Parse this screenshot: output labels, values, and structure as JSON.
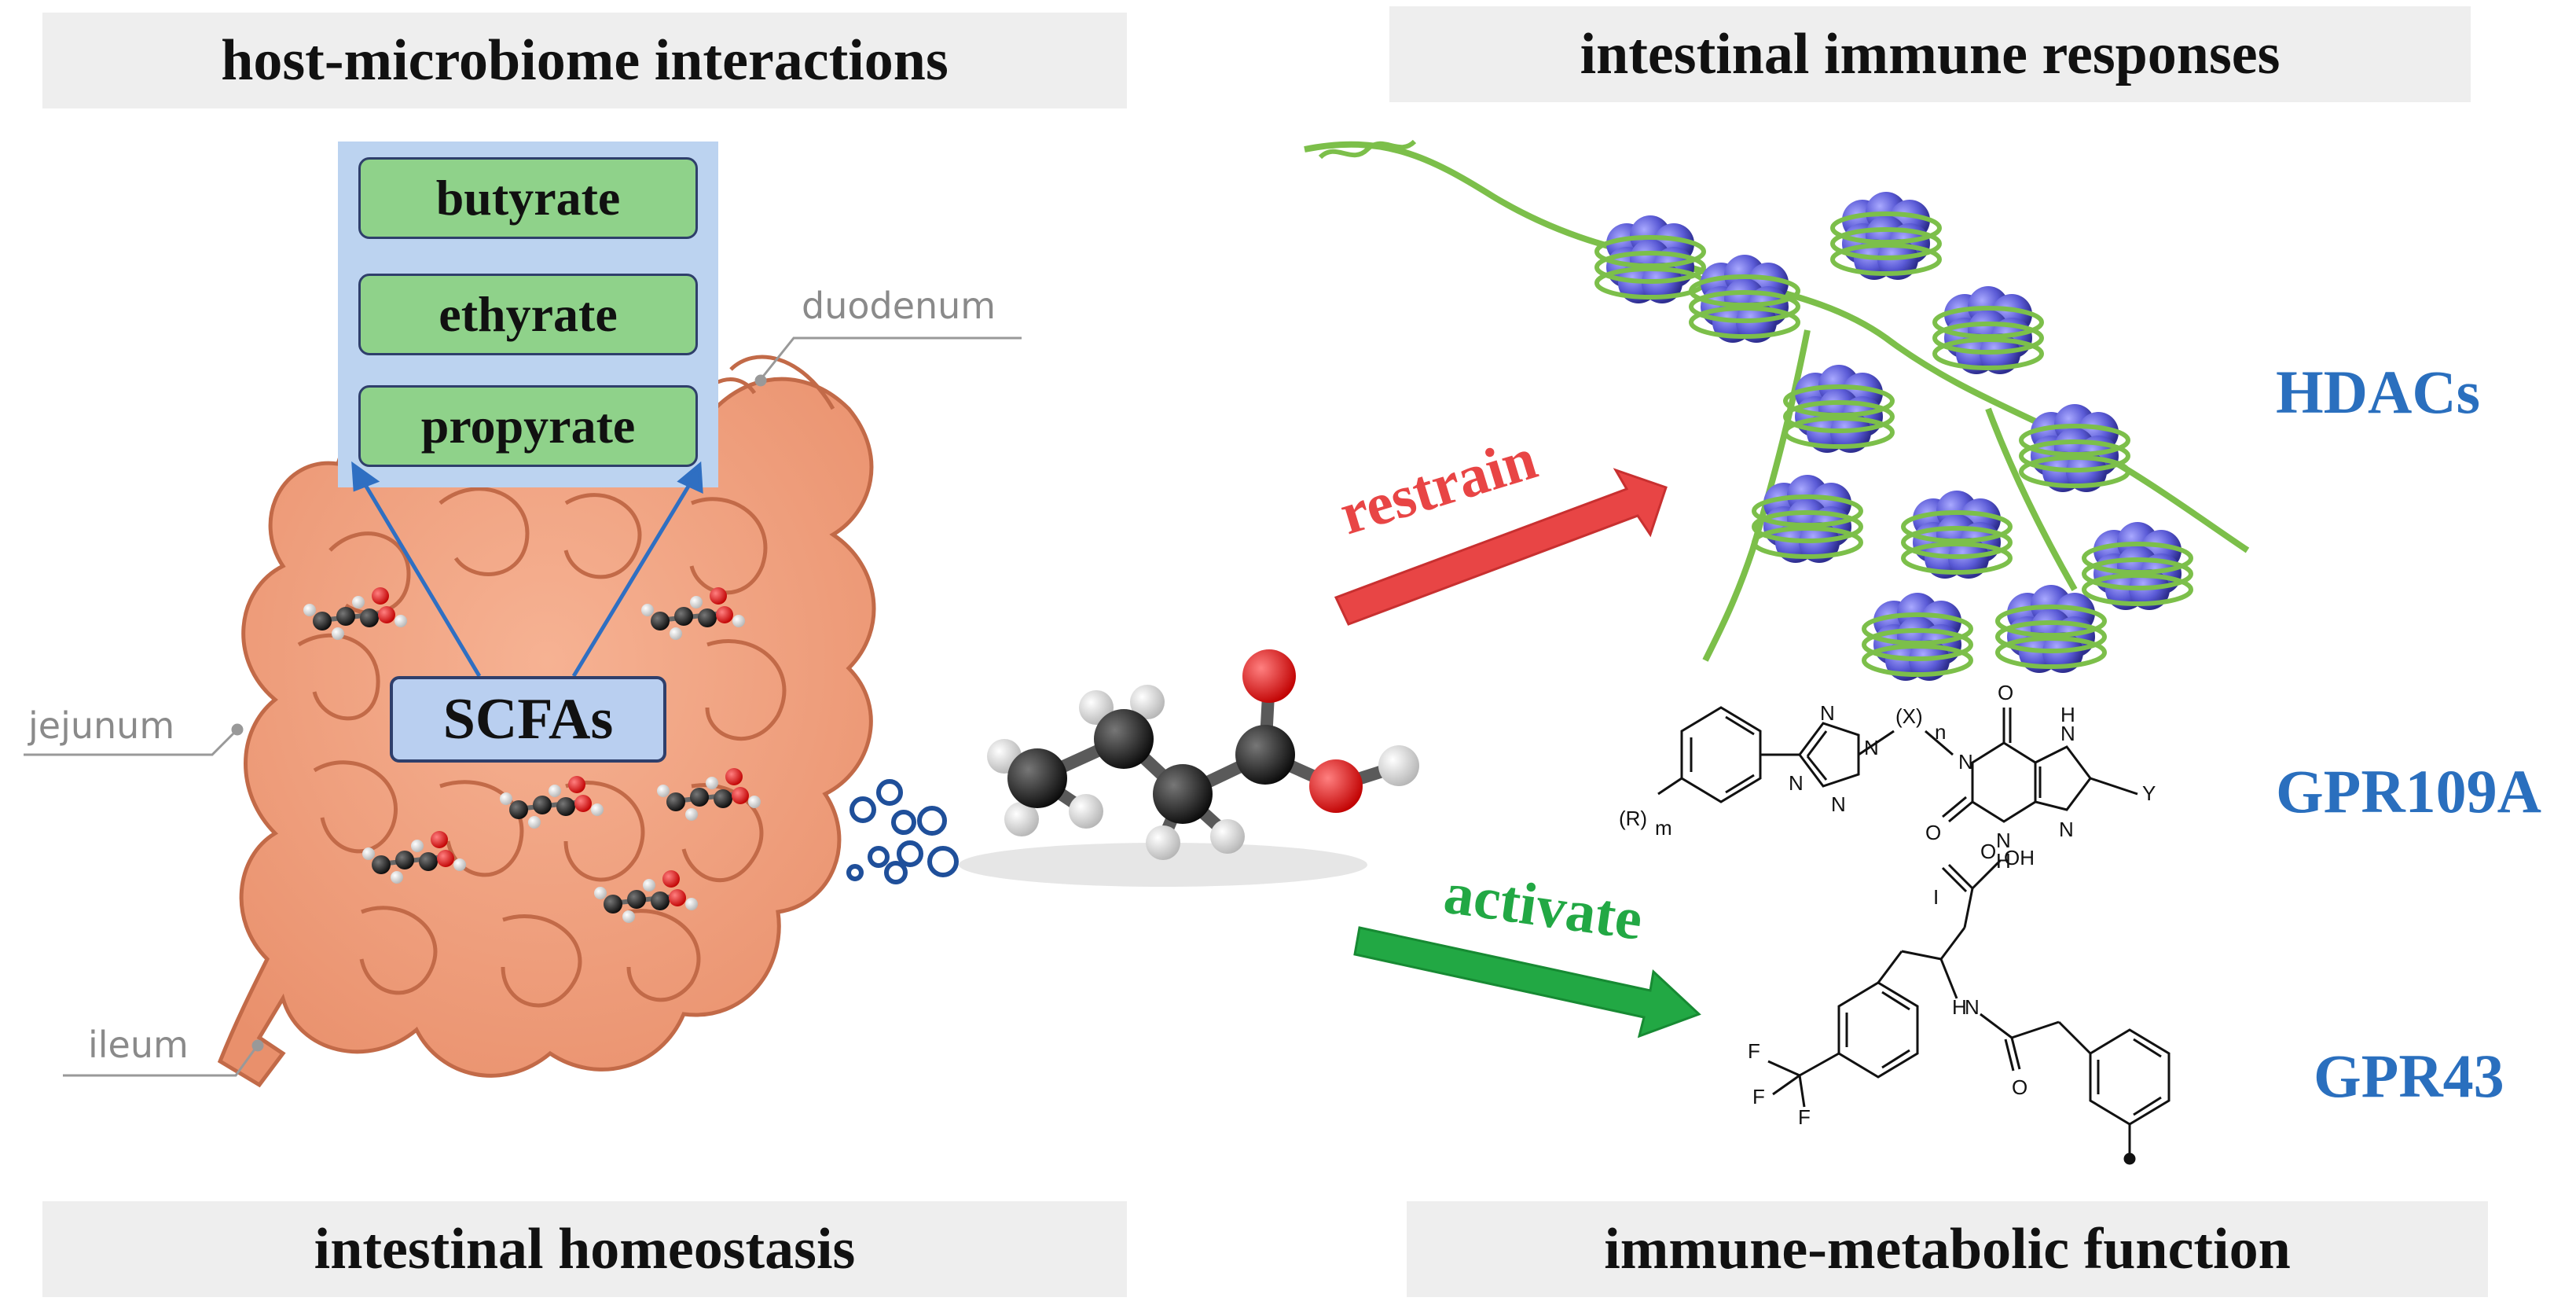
{
  "banners": {
    "top_left": "host-microbiome interactions",
    "top_right": "intestinal immune responses",
    "bottom_left": "intestinal homeostasis",
    "bottom_right": "immune-metabolic function"
  },
  "scfa_types": [
    "butyrate",
    "ethyrate",
    "propyrate"
  ],
  "scfa_label": "SCFAs",
  "intestine_regions": {
    "duodenum": "duodenum",
    "jejunum": "jejunum",
    "ileum": "ileum"
  },
  "arrows": {
    "restrain": {
      "label": "restrain",
      "color": "#e84545"
    },
    "activate": {
      "label": "activate",
      "color": "#22a844"
    }
  },
  "targets": {
    "hdacs": "HDACs",
    "gpr109a": "GPR109A",
    "gpr43": "GPR43"
  },
  "chem_labels": {
    "r_m": "(R)",
    "m": "m",
    "x": "(X)",
    "n": "n",
    "o": "O",
    "n_atom": "N",
    "h": "H",
    "y": "Y",
    "roman_one": "I",
    "oh": "OH",
    "f": "F"
  },
  "colors": {
    "banner_bg": "#eeeeee",
    "acid_box": "#8fd28a",
    "scfa_box": "#b9cff0",
    "target_text": "#2a6fbe",
    "intestine": "#f0a080",
    "nucleosome": "#5a5ad6"
  }
}
